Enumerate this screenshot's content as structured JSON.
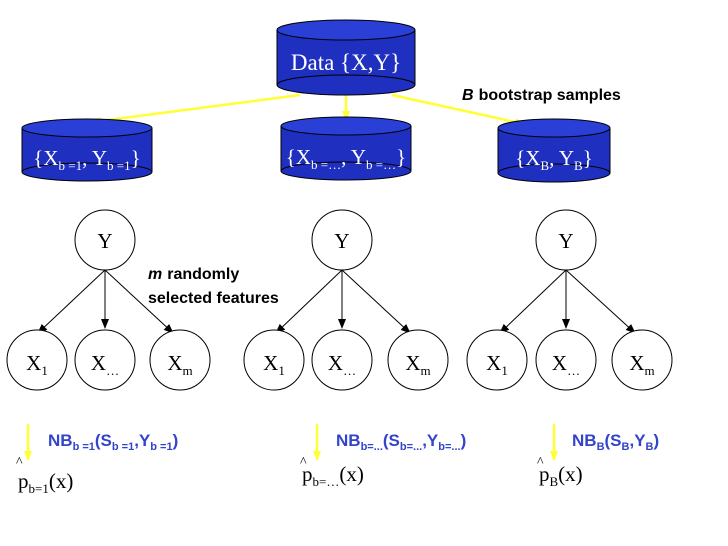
{
  "colors": {
    "cylinder_fill": "#1f2fbf",
    "cylinder_top": "#2a3fd6",
    "arrow_yellow": "#ffff33",
    "formula_blue": "#3344cc",
    "ink": "#000000"
  },
  "data_store": {
    "label": "Data {X,Y}"
  },
  "bootstrap_note": {
    "var": "B",
    "text": "bootstrap samples"
  },
  "feature_note": {
    "var": "m",
    "line1": "randomly",
    "line2": "selected features"
  },
  "samples": [
    {
      "open": "{X",
      "x_sub": "b =1",
      "mid": ", Y",
      "y_sub": "b =1",
      "close": "}",
      "root": "Y",
      "leaves": [
        {
          "base": "X",
          "sub": "1"
        },
        {
          "base": "X",
          "sub": "…"
        },
        {
          "base": "X",
          "sub": "m"
        }
      ],
      "model": {
        "nb": "NB",
        "nb_sub": "b =1",
        "s": "(S",
        "s_sub": "b =1",
        "y": ",Y",
        "y_sub": "b =1",
        "close": ")"
      },
      "prob": {
        "hat": "^",
        "p": "p",
        "p_sub": "b=1",
        "arg": "(x)"
      }
    },
    {
      "open": "{X",
      "x_sub": "b =…",
      "mid": ", Y",
      "y_sub": "b =…",
      "close": "}",
      "root": "Y",
      "leaves": [
        {
          "base": "X",
          "sub": "1"
        },
        {
          "base": "X",
          "sub": "…"
        },
        {
          "base": "X",
          "sub": "m"
        }
      ],
      "model": {
        "nb": "NB",
        "nb_sub": "b=...",
        "s": "(S",
        "s_sub": "b=...",
        "y": ",Y",
        "y_sub": "b=...",
        "close": ")"
      },
      "prob": {
        "hat": "^",
        "p": "p",
        "p_sub": "b=…",
        "arg": "(x)"
      }
    },
    {
      "open": "{X",
      "x_sub": "B",
      "mid": ", Y",
      "y_sub": "B",
      "close": "}",
      "root": "Y",
      "leaves": [
        {
          "base": "X",
          "sub": "1"
        },
        {
          "base": "X",
          "sub": "…"
        },
        {
          "base": "X",
          "sub": "m"
        }
      ],
      "model": {
        "nb": "NB",
        "nb_sub": "B",
        "s": "(S",
        "s_sub": "B",
        "y": ",Y",
        "y_sub": "B",
        "close": ")"
      },
      "prob": {
        "hat": "^",
        "p": "p",
        "p_sub": "B",
        "arg": "(x)"
      }
    }
  ]
}
